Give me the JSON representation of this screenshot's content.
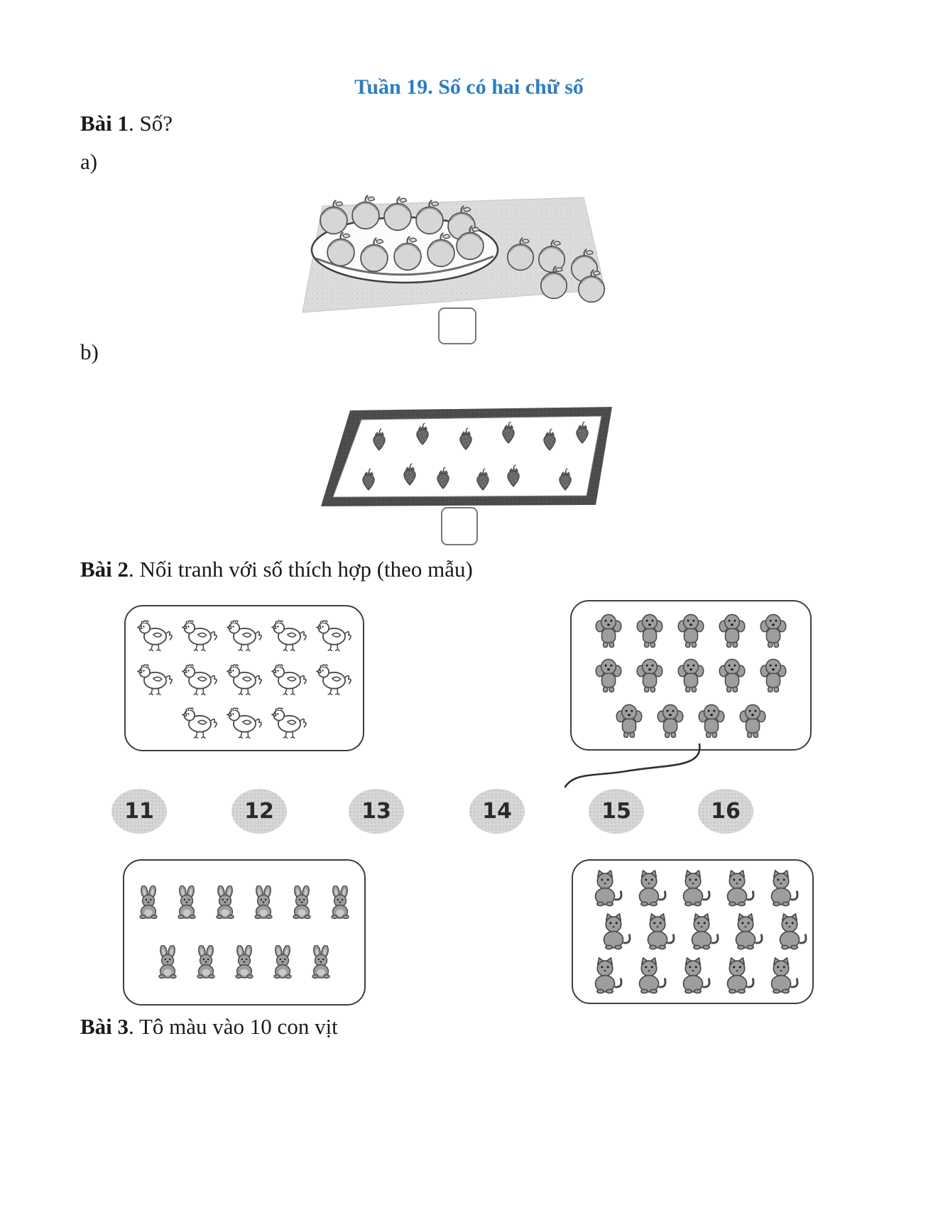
{
  "colors": {
    "title_blue": "#2b7ec5",
    "panel_gray": "#dcdcdc",
    "tray_dark": "#4c4c4c",
    "animal_gray": "#9e9e9e",
    "number_oval_gray": "#d7d7d7"
  },
  "page_title": "Tuần 19. Số có hai chữ số",
  "exercise1": {
    "label": "Bài 1",
    "prompt": ". Số?",
    "part_a": {
      "label": "a)",
      "fruit": "apples",
      "on_plate": 10,
      "beside_plate": 5,
      "answer": ""
    },
    "part_b": {
      "label": "b)",
      "fruit": "strawberries",
      "rows": [
        6,
        6
      ],
      "answer": ""
    }
  },
  "exercise2": {
    "label": "Bài 2",
    "prompt": ". Nối tranh với số thích hợp (theo mẫu)",
    "boxes": [
      {
        "id": "chickens",
        "animal": "chicken",
        "rows": [
          5,
          5,
          3
        ],
        "count": 13
      },
      {
        "id": "dogs",
        "animal": "dog",
        "rows": [
          5,
          5,
          4
        ],
        "count": 14
      },
      {
        "id": "rabbits",
        "animal": "rabbit",
        "rows": [
          6,
          5
        ],
        "count": 11
      },
      {
        "id": "cats",
        "animal": "cat",
        "rows": [
          5,
          5,
          5
        ],
        "count": 15
      }
    ],
    "numbers": [
      "11",
      "12",
      "13",
      "14",
      "15",
      "16"
    ],
    "example_connection": {
      "from_box": "dogs",
      "to_number": "14"
    }
  },
  "exercise3": {
    "label": "Bài 3",
    "prompt": ". Tô màu vào 10 con vịt"
  }
}
